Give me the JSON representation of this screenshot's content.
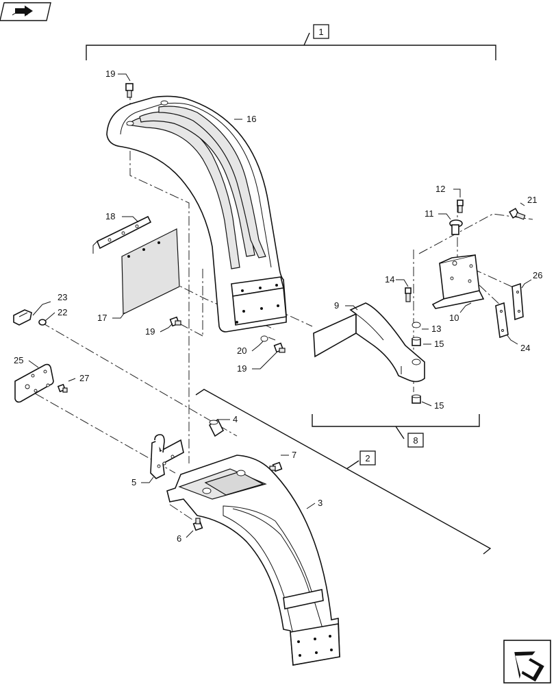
{
  "diagram": {
    "group_labels": [
      "1",
      "2",
      "8"
    ],
    "callouts": [
      "3",
      "4",
      "5",
      "6",
      "7",
      "9",
      "10",
      "11",
      "12",
      "13",
      "14",
      "15",
      "15",
      "16",
      "17",
      "18",
      "19",
      "19",
      "19",
      "20",
      "21",
      "22",
      "23",
      "24",
      "25",
      "26",
      "27"
    ],
    "icons": {
      "top_left": "book-arrow-icon",
      "bottom_right": "next-page-arrow-icon"
    }
  }
}
